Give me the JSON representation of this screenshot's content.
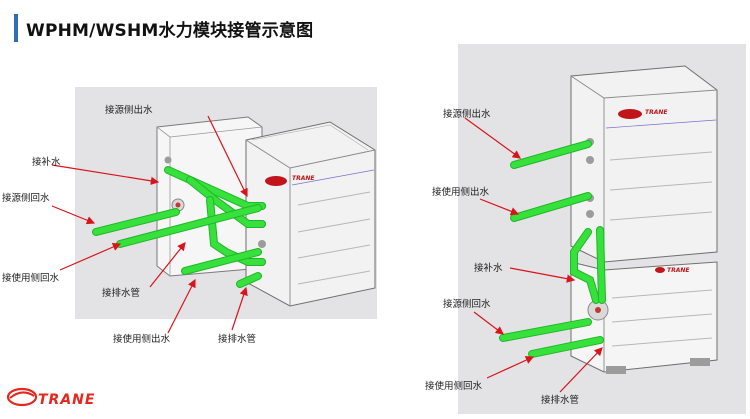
{
  "title": "WPHM/WSHM水力模块接管示意图",
  "unit_badge": "TRANE",
  "brand": {
    "name": "TRANE",
    "color": "#e4281f"
  },
  "colors": {
    "pipe": "#35e13a",
    "pipe_edge": "#22b52a",
    "arrow": "#d9141b",
    "cabinet": "#f2f2f2",
    "background_panel": "#e3e3e6"
  },
  "left_labels": {
    "source_out": "接源侧出水",
    "makeup": "接补水",
    "source_return": "接源侧回水",
    "use_return": "接使用侧回水",
    "drain_a": "接排水管",
    "use_out": "接使用侧出水",
    "drain_b": "接排水管"
  },
  "right_labels": {
    "source_out": "接源侧出水",
    "use_out": "接使用侧出水",
    "makeup": "接补水",
    "source_return": "接源侧回水",
    "use_return": "接使用侧回水",
    "drain": "接排水管"
  }
}
